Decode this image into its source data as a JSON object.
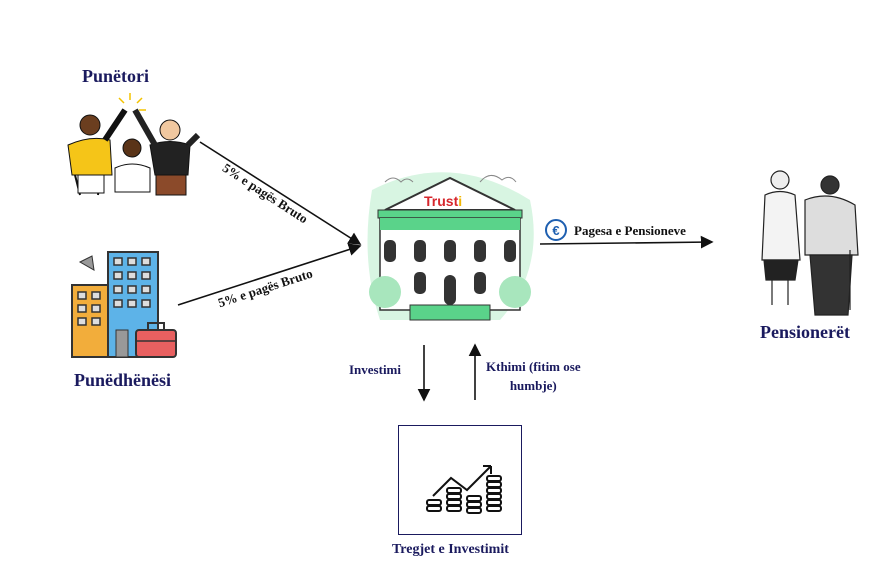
{
  "nodes": {
    "workers": {
      "label": "Punëtori"
    },
    "employer": {
      "label": "Punëdhënësi"
    },
    "trust": {
      "label": "Trusti",
      "label_main": "Trust",
      "label_accent": "i"
    },
    "pensioners": {
      "label": "Pensionerët"
    },
    "markets": {
      "label": "Tregjet e  Investimit"
    }
  },
  "edges": {
    "workers_to_trust": {
      "label": "5% e pagës Bruto"
    },
    "employer_to_trust": {
      "label": "5% e pagës Bruto"
    },
    "trust_to_pensioners": {
      "label": "Pagesa e Pensioneve",
      "icon": "euro-icon"
    },
    "trust_to_markets": {
      "label": "Investimi"
    },
    "markets_to_trust": {
      "label_line1": "Kthimi  (fitim ose",
      "label_line2": "humbje)"
    }
  },
  "colors": {
    "label_navy": "#1a1a5e",
    "trust_green": "#5ad38a",
    "trust_red": "#d6272d",
    "trust_yellow": "#f2b705",
    "euro_blue": "#1e5fb0"
  }
}
